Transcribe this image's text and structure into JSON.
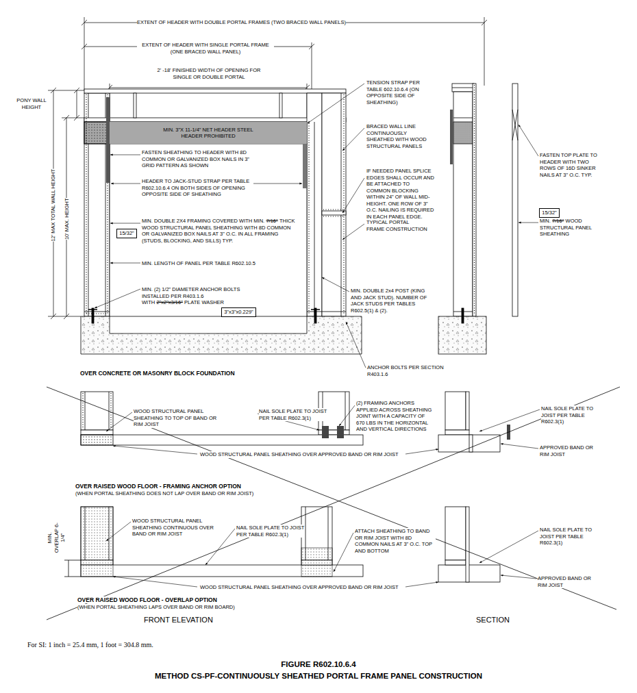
{
  "diagram": {
    "title": "FIGURE R602.10.6.4",
    "caption": "METHOD CS-PF-CONTINUOUSLY SHEATHED PORTAL FRAME PANEL CONSTRUCTION",
    "nodes": [
      {
        "text": [
          "MIN. 3\"X 11-1/4\" NET HEADER STEEL HEADER PROHIBITED"
        ]
      },
      {
        "text": [
          "15/32\""
        ]
      },
      {
        "text": [
          "3\"x3\"x0.229\""
        ]
      },
      {
        "text": [
          "15/32\""
        ]
      }
    ],
    "labels": [
      "EXTENT OF HEADER WITH DOUBLE PORTAL FRAMES (TWO BRACED WALL PANELS)",
      "EXTENT OF HEADER WITH SINGLE PORTAL FRAME (ONE BRACED WALL PANEL)",
      "2' -18' FINISHED WIDTH OF OPENING FOR SINGLE OR DOUBLE PORTAL",
      "PONY WALL HEIGHT",
      "12' MAX TOTAL WALL HEIGHT",
      "10' MAX. HEIGHT",
      "FASTEN SHEATHING TO HEADER WITH 8D COMMON OR GALVANIZED BOX NAILS IN 3\" GRID PATTERN AS SHOWN",
      "HEADER TO JACK-STUD STRAP PER TABLE R602.10.6.4 ON BOTH SIDES OF OPENING OPPOSITE SIDE OF SHEATHING",
      "MIN. DOUBLE 2X4 FRAMING COVERED WITH MIN.",
      "7/16\"",
      "THICK WOOD STRUCTURAL PANEL SHEATHING WITH 8D COMMON OR GALVANIZED BOX NAILS AT 3\" O.C. IN ALL FRAMING (STUDS, BLOCKING, AND SILLS) TYP.",
      "MIN. LENGTH OF PANEL PER TABLE R602.10.5",
      "MIN. (2) 1/2\" DIAMETER ANCHOR BOLTS INSTALLED PER R403.1.6 WITH",
      "2\"x2\"x3/16\"",
      "PLATE WASHER",
      "TENSION STRAP PER TABLE 602.10.6.4 (ON OPPOSITE SIDE OF SHEATHING)",
      "BRACED WALL LINE CONTINUOUSLY SHEATHED WITH WOOD STRUCTURAL PANELS",
      "IF NEEDED PANEL SPLICE EDGES SHALL OCCUR AND BE ATTACHED TO COMMON BLOCKING WITHIN 24\" OF WALL MID-HEIGHT. ONE ROW OF 3\" O.C. NAILING IS REQUIRED IN EACH PANEL EDGE.",
      "TYPICAL PORTAL FRAME CONSTRUCTION",
      "MIN. DOUBLE 2x4 POST (KING AND JACK STUD). NUMBER OF JACK STUDS PER TABLES R602.5(1) & (2).",
      "ANCHOR BOLTS PER SECTION R403.1.6",
      "OVER CONCRETE OR MASONRY BLOCK FOUNDATION",
      "FASTEN TOP PLATE TO HEADER WITH TWO ROWS OF 16D SINKER NAILS AT 3\" O.C. TYP.",
      "MIN.",
      "7/16\"",
      "WOOD STRUCTURAL PANEL SHEATHING",
      "WOOD STRUCTURAL PANEL SHEATHING TO TOP OF BAND OR RIM JOIST",
      "NAIL SOLE PLATE TO JOIST PER TABLE R602.3(1)",
      "(2) FRAMING ANCHORS APPLIED ACROSS SHEATHING JOINT WITH A CAPACITY OF 670 LBS IN THE HORIZONTAL AND VERTICAL DIRECTIONS",
      "NAIL SOLE PLATE TO JOIST PER TABLE R602.3(1)",
      "APPROVED BAND OR RIM JOIST",
      "WOOD STRUCTURAL PANEL SHEATHING OVER APPROVED BAND OR RIM JOIST",
      "OVER RAISED WOOD FLOOR - FRAMING ANCHOR OPTION",
      "(WHEN PORTAL SHEATHING DOES NOT LAP OVER BAND OR RIM JOIST)",
      "MIN. OVERLAP 6-1/4\"",
      "WOOD STRUCTURAL PANEL SHEATHING CONTINUOUS OVER BAND OR RIM JOIST",
      "NAIL SOLE PLATE TO JOIST PER TABLE R602.3(1)",
      "ATTACH SHEATHING TO BAND OR RIM JOIST WITH 8D COMMON NAILS AT 3\" O.C. TOP AND BOTTOM",
      "NAIL SOLE PLATE TO JOIST PER TABLE R602.3(1)",
      "APPROVED BAND OR RIM JOIST",
      "WOOD STRUCTURAL PANEL SHEATHING OVER APPROVED BAND OR RIM JOIST",
      "OVER RAISED WOOD FLOOR - OVERLAP OPTION",
      "(WHEN PORTAL SHEATHING LAPS OVER BAND OR RIM BOARD)",
      "FRONT ELEVATION",
      "SECTION",
      "For SI: 1 inch = 25.4 mm, 1 foot = 304.8 mm."
    ]
  }
}
